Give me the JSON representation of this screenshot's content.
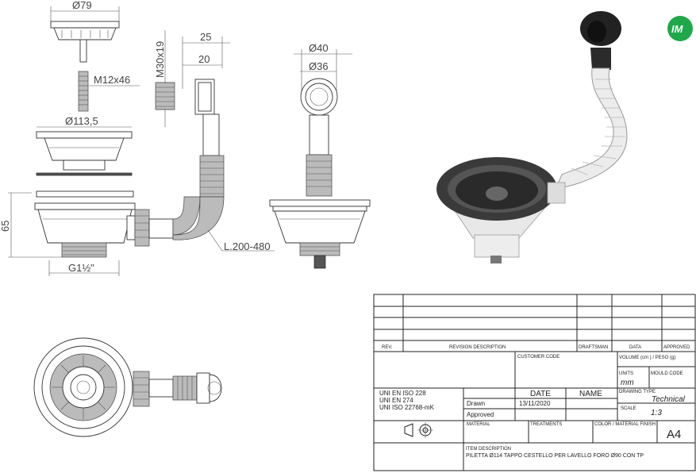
{
  "logo": {
    "text": "IM",
    "color": "#1ea84a"
  },
  "dimensions": {
    "strainer_dia": "Ø79",
    "screw": "M12x46",
    "nut": "M30x19",
    "flange_dia": "Ø113,5",
    "width_25": "25",
    "width_20": "20",
    "height_65": "65",
    "thread": "G1½\"",
    "hose_len": "L.200-480",
    "dia_40": "Ø40",
    "dia_36": "Ø36"
  },
  "title_block": {
    "rev": "REV.",
    "revision_description": "REVISION DESCRIPTION",
    "draftsman": "DRAFTSMAN",
    "data": "DATA",
    "approved": "APPROVED",
    "customer_code": "CUSTOMER CODE",
    "volume": "VOLUME (cm  ) / PESO (g)",
    "units_label": "UNITS",
    "units_value": "mm",
    "mould_code": "MOULD CODE",
    "standards": [
      "UNI EN ISO 228",
      "UNI EN 274",
      "UNI ISO 22768-mK"
    ],
    "date_label": "DATE",
    "name_label": "NAME",
    "drawn": "Drawn",
    "drawn_date": "13/11/2020",
    "approved_row": "Approved",
    "drawing_type_label": "DRAWING TYPE",
    "drawing_type_value": "Technical",
    "scale_label": "SCALE",
    "scale_value": "1:3",
    "material": "MATERIAL",
    "treatments": "TREATMENTS",
    "color_finish": "COLOR / MATERIAL FINISH",
    "paper_size": "A4",
    "item_description_label": "ITEM DESCRIPTION",
    "item_description": "PILETTA Ø114 TAPPO CESTELLO PER LAVELLO FORO Ø90 CON TP"
  }
}
